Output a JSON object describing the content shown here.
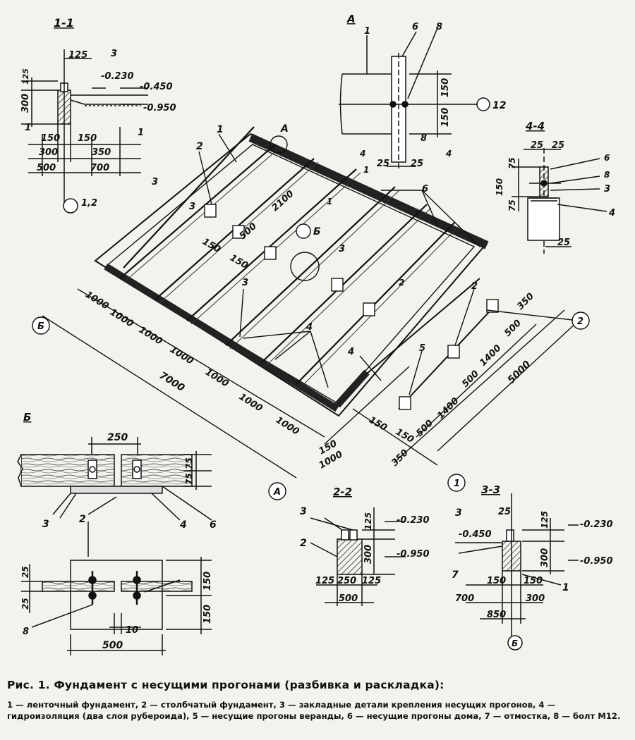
{
  "caption": {
    "title": "Рис. 1. Фундамент с несущими прогонами (разбивка и раскладка):",
    "legend": "1 — ленточный фундамент, 2 — столбчатый фундамент, 3 — закладные детали крепления несущих прогонов, 4 — гидроизоляция (два слоя рубероида), 5 — несущие прогоны веранды, 6 — несущие прогоны дома, 7 — отмостка, 8 — болт М12."
  },
  "sections": {
    "s11": {
      "title": "1-1",
      "labels": [
        "125",
        "3",
        "-0.230",
        "-0.450",
        "-0.950",
        "300",
        "125",
        "1",
        "1",
        "150",
        "150",
        "300",
        "350",
        "500",
        "700",
        "1,2"
      ]
    },
    "sA": {
      "title": "А",
      "labels": [
        "1",
        "6",
        "8",
        "150",
        "150",
        "12",
        "8",
        "25",
        "25",
        "4",
        "4"
      ]
    },
    "s44": {
      "title": "4-4",
      "labels": [
        "25",
        "25",
        "6",
        "8",
        "3",
        "4",
        "75",
        "150",
        "75",
        "25"
      ]
    },
    "plan": {
      "labels": [
        "1",
        "А",
        "2",
        "3",
        "3",
        "2100",
        "500",
        "150",
        "150",
        "Б",
        "1",
        "1",
        "2",
        "6",
        "3",
        "3",
        "4",
        "4",
        "2",
        "5",
        "2",
        "1000",
        "1000",
        "1000",
        "1000",
        "1000",
        "1000",
        "1000",
        "7000",
        "350",
        "500",
        "1400",
        "500",
        "1400",
        "5000",
        "150",
        "150",
        "500",
        "350",
        "150",
        "1000",
        "Б",
        "А",
        "2",
        "1"
      ]
    },
    "sB": {
      "title": "Б",
      "labels": [
        "250",
        "75",
        "75",
        "3",
        "2",
        "4",
        "6",
        "25",
        "25",
        "150",
        "150",
        "8",
        "10",
        "500"
      ]
    },
    "s22": {
      "title": "2-2",
      "labels": [
        "3",
        "2",
        "125",
        "-0.230",
        "300",
        "-0.950",
        "125",
        "250",
        "125",
        "500"
      ]
    },
    "s33": {
      "title": "3-3",
      "labels": [
        "3",
        "25",
        "-0.450",
        "-0.230",
        "125",
        "7",
        "300",
        "-0.950",
        "150",
        "150",
        "1",
        "700",
        "300",
        "850",
        "Б"
      ]
    }
  }
}
